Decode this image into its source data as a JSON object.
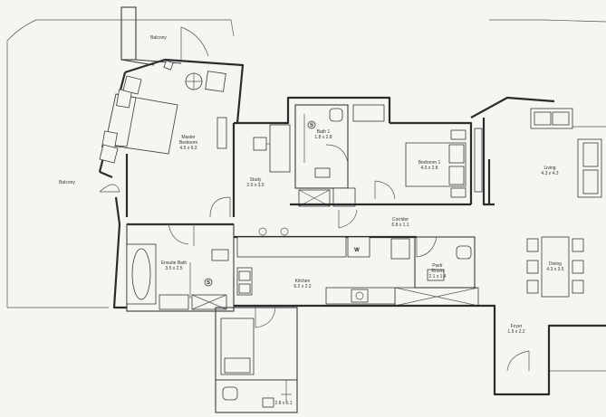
{
  "rooms": [
    {
      "name": "Balcony",
      "size": ""
    },
    {
      "name": "Balcony",
      "size": ""
    },
    {
      "name": "Master Bedroom",
      "size": "4.5 x 6.2"
    },
    {
      "name": "Study",
      "size": "2.0 x 3.0"
    },
    {
      "name": "Bath 1",
      "size": "1.8 x 2.8"
    },
    {
      "name": "Bedroom 1",
      "size": "4.0 x 2.8"
    },
    {
      "name": "Living",
      "size": "4.3 x 4.3"
    },
    {
      "name": "Corridor",
      "size": "6.8 x 1.1"
    },
    {
      "name": "Ensuite Bath",
      "size": "3.5 x 2.5"
    },
    {
      "name": "Kitchen",
      "size": "6.2 x 2.2"
    },
    {
      "name": "Pwdr Room",
      "size": "2.1 x 1.4"
    },
    {
      "name": "Dining",
      "size": "4.3 x 3.5"
    },
    {
      "name": "Foyer",
      "size": "1.5 x 2.2"
    },
    {
      "name": "",
      "size": "2.8 x 1.1"
    }
  ],
  "appliance_badge": "W",
  "shower_marker": "S"
}
